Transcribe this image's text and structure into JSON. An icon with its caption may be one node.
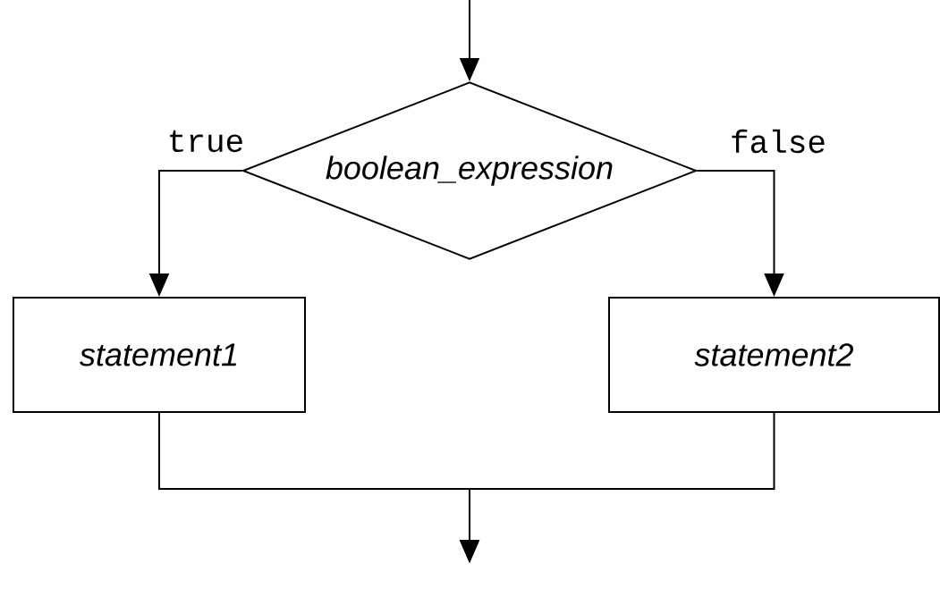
{
  "diagram": {
    "nodes": [
      {
        "text": [
          "boolean_expression"
        ]
      },
      {
        "text": [
          "statement1"
        ]
      },
      {
        "text": [
          "statement2"
        ]
      }
    ],
    "edges": [
      {
        "from": null,
        "to": 0,
        "arrow": "to"
      },
      {
        "from": 0,
        "to": 1,
        "arrow": "to",
        "label": "true"
      },
      {
        "from": 0,
        "to": 2,
        "arrow": "to",
        "label": "false"
      },
      {
        "from": 1,
        "to": null,
        "arrow": "to"
      },
      {
        "from": 2,
        "to": null,
        "arrow": "to"
      }
    ]
  }
}
